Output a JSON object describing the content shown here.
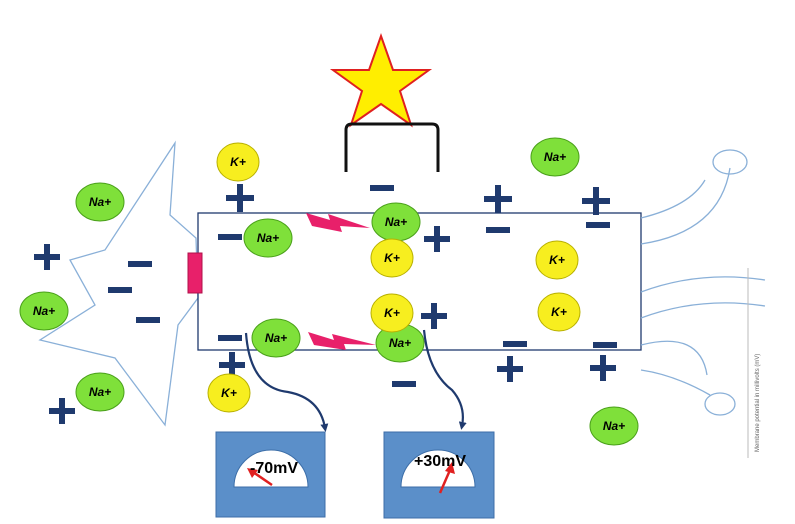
{
  "ions": {
    "sodium_label": "Na+",
    "potassium_label": "K+"
  },
  "meters": {
    "resting": {
      "reading": "-70mV"
    },
    "active": {
      "reading": "+30mV"
    }
  },
  "side_axis_label": "Membrane potential in millivolts (mV)",
  "colors": {
    "sodium": "#7fe03a",
    "potassium": "#f7ee1f",
    "charge": "#1f3a6e",
    "membrane": "#1f3a6e",
    "channel": "#e8206a",
    "meter_body": "#5b8fc9",
    "star_fill": "#ffee00",
    "star_stroke": "#e02020"
  }
}
